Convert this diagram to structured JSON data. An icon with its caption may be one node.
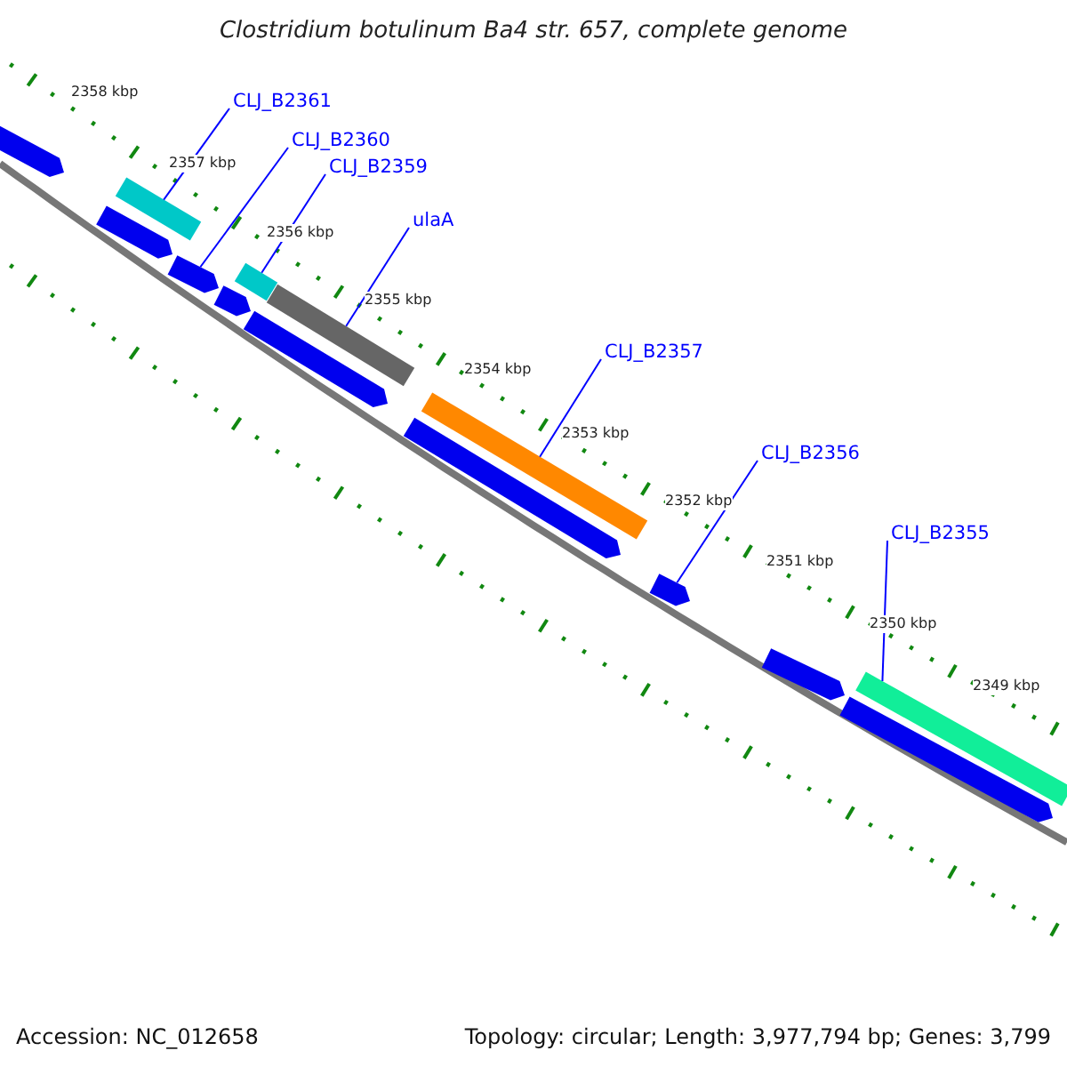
{
  "diagram": {
    "title": "Clostridium botulinum Ba4 str. 657, complete genome",
    "nodes": [
      {
        "text": [
          "CLJ_B2361"
        ]
      },
      {
        "text": [
          "CLJ_B2360"
        ]
      },
      {
        "text": [
          "CLJ_B2359"
        ]
      },
      {
        "text": [
          "ulaA"
        ]
      },
      {
        "text": [
          "CLJ_B2357"
        ]
      },
      {
        "text": [
          "CLJ_B2356"
        ]
      },
      {
        "text": [
          "CLJ_B2355"
        ]
      },
      {
        "text": [],
        "shape": "bar"
      },
      {
        "text": [],
        "shape": "bar"
      },
      {
        "text": [],
        "shape": "bar"
      },
      {
        "text": [],
        "shape": "bar"
      },
      {
        "text": [],
        "shape": "bar"
      },
      {
        "text": [],
        "shape": "bar"
      },
      {
        "text": [],
        "shape": "bar"
      },
      {
        "text": [],
        "shape": "bar"
      },
      {
        "text": [],
        "shape": "bar"
      },
      {
        "text": [],
        "shape": "bar"
      },
      {
        "text": [],
        "shape": "bar"
      },
      {
        "text": [],
        "shape": "bar"
      },
      {
        "text": [],
        "shape": "bar"
      },
      {
        "text": [],
        "shape": "bar"
      }
    ],
    "edges": [
      {
        "from": 0,
        "to": 9,
        "arrow": "none"
      },
      {
        "from": 1,
        "to": 10,
        "arrow": "none"
      },
      {
        "from": 2,
        "to": 12,
        "arrow": "none"
      },
      {
        "from": 3,
        "to": 14,
        "arrow": "none"
      },
      {
        "from": 4,
        "to": 16,
        "arrow": "none"
      },
      {
        "from": 5,
        "to": 17,
        "arrow": "none"
      },
      {
        "from": 6,
        "to": 20,
        "arrow": "none"
      }
    ],
    "labels": [
      "2358 kbp",
      "2357 kbp",
      "2356 kbp",
      "2355 kbp",
      "2354 kbp",
      "2353 kbp",
      "2352 kbp",
      "2351 kbp",
      "2350 kbp",
      "2349 kbp",
      "Accession: NC_012658",
      "Topology: circular; Length: 3,977,794 bp; Genes: 3,799"
    ]
  }
}
